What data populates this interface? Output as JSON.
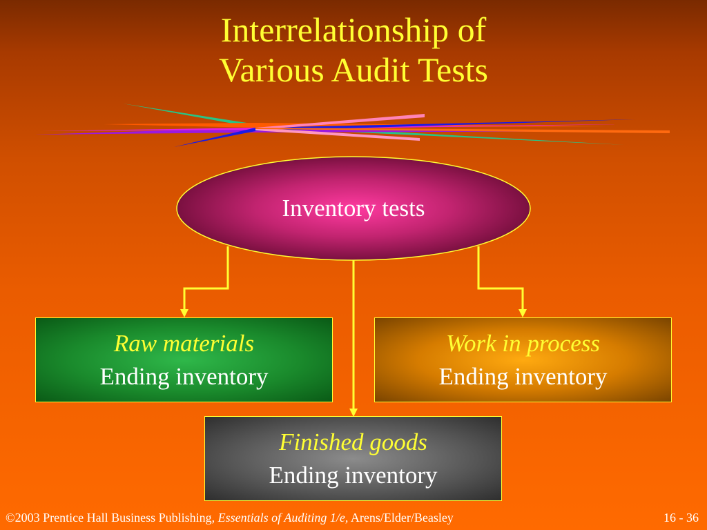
{
  "slide": {
    "title_line1": "Interrelationship of",
    "title_line2": "Various Audit Tests"
  },
  "diagram": {
    "root": "Inventory tests",
    "raw_materials": {
      "category": "Raw materials",
      "label": "Ending inventory"
    },
    "work_in_process": {
      "category": "Work in process",
      "label": "Ending inventory"
    },
    "finished_goods": {
      "category": "Finished goods",
      "label": "Ending inventory"
    }
  },
  "footer": {
    "copyright": "©2003 Prentice Hall Business Publishing,",
    "book": "Essentials of Auditing 1/e,",
    "authors": "Arens/Elder/Beasley",
    "page": "16 - 36"
  },
  "colors": {
    "title": "#ffff33",
    "connector": "#ffff33",
    "ellipse_center": "#ff3aa0",
    "ellipse_edge": "#7a1040"
  }
}
